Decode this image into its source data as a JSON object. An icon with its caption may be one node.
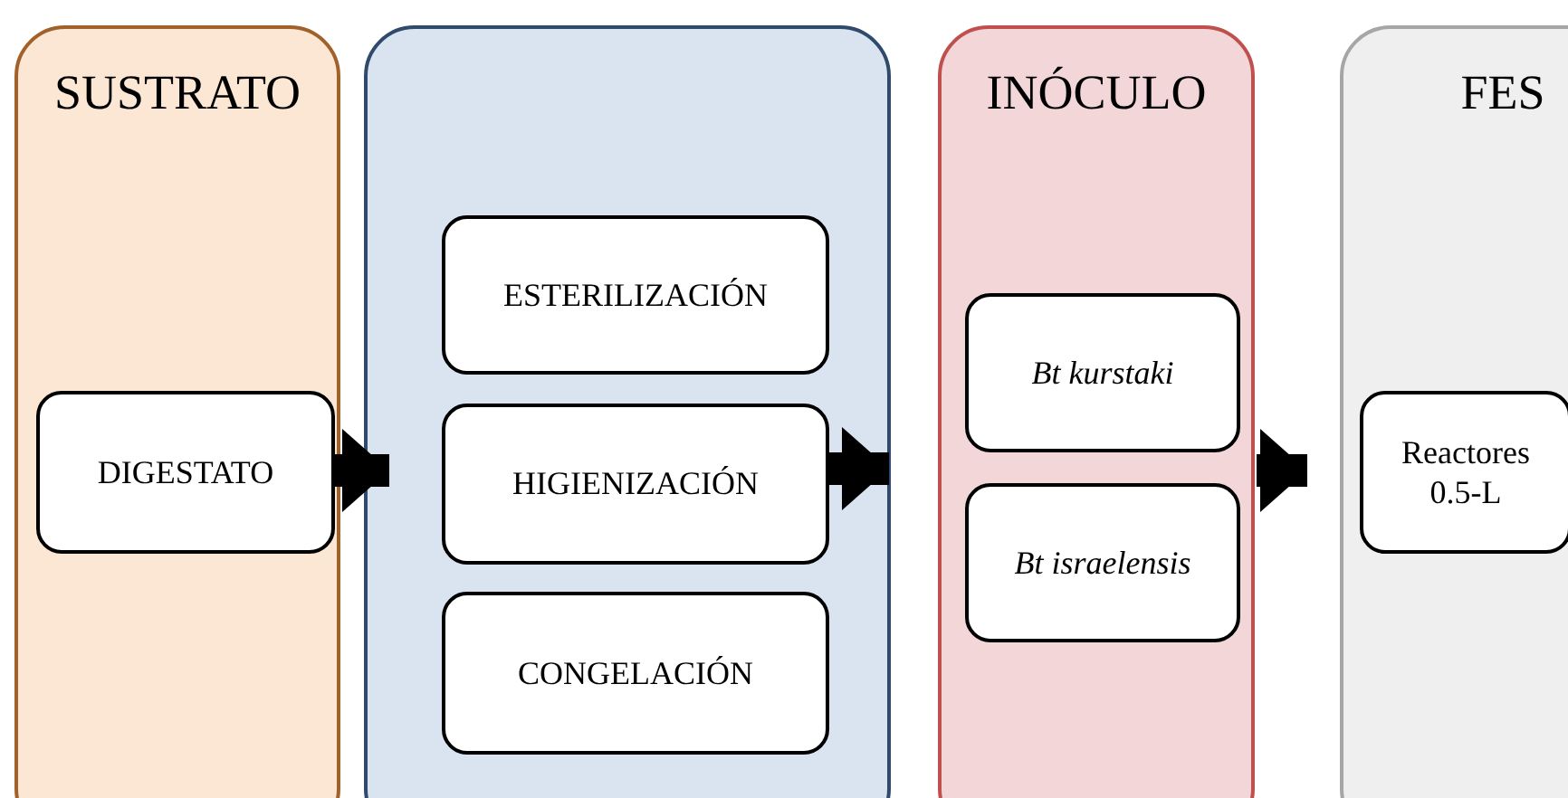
{
  "diagram": {
    "nodes": [
      {
        "text": [
          "SUSTRATO"
        ]
      },
      {
        "text": [
          "DIGESTATO"
        ],
        "in": 0
      },
      {
        "text": [],
        "shape": "box"
      },
      {
        "text": [
          "ESTERILIZACIÓN"
        ],
        "in": 2
      },
      {
        "text": [
          "HIGIENIZACIÓN"
        ],
        "in": 2
      },
      {
        "text": [
          "CONGELACIÓN"
        ],
        "in": 2
      },
      {
        "text": [
          "INÓCULO"
        ]
      },
      {
        "text": [
          "Bt kurstaki"
        ],
        "in": 6
      },
      {
        "text": [
          "Bt israelensis"
        ],
        "in": 6
      },
      {
        "text": [
          "FES"
        ]
      },
      {
        "text": [
          "Reactores 0.5-L"
        ],
        "in": 9
      }
    ],
    "edges": [
      {
        "from": 1,
        "to": 4,
        "arrow": "to"
      },
      {
        "from": 4,
        "to": 6,
        "arrow": "to"
      },
      {
        "from": 6,
        "to": 10,
        "arrow": "to"
      }
    ]
  }
}
